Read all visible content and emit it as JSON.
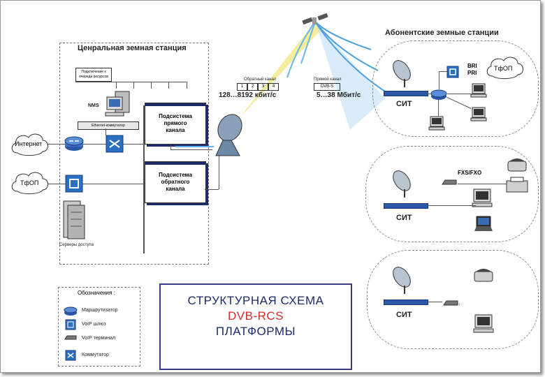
{
  "central_station": {
    "title": "Ценральная земная станция",
    "nms_label": "NMS",
    "queue_label": "Подключение к очереди ресурсов",
    "ethernet_label": "Ethernet-коммутатор",
    "servers_label": "Серверы доступа"
  },
  "forward_subsystem": "Подсистема прямого канала",
  "return_subsystem": "Подсистема обратного канала",
  "clouds": {
    "internet": "Интернет",
    "pstn_left": "ТфОП",
    "pstn_right": "ТфОП"
  },
  "rates": {
    "return": "128…8192 кбит/с",
    "forward": "5…38 Мбит/с"
  },
  "channel_labels": {
    "return_title": "Обратный канал",
    "forward_title": "Прямой канал",
    "forward_standard": "DVB-S",
    "slots": [
      "1",
      "2",
      "3",
      "4"
    ]
  },
  "subscriber_stations": {
    "title": "Абонентские земные станции",
    "sit_label": "СИТ",
    "bri_label": "BRI",
    "pri_label": "PRI",
    "fxs_label": "FXS/FXO"
  },
  "legend": {
    "title": "Обозначения :",
    "items": [
      "Маршрутизатор",
      "VoIP шлюз",
      "VoIP терминал",
      "Коммутатор"
    ]
  },
  "diagram_title": {
    "line1": "СТРУКТУРНАЯ СХЕМА",
    "line2": "DVB-RCS",
    "line3": "ПЛАТФОРМЫ"
  },
  "colors": {
    "accent_navy": "#1c2a6a",
    "title_red": "#d42a2a",
    "device_blue": "#2b57a6",
    "beam_blue": "#4aa0e0",
    "beam_yellow": "#f0e060"
  }
}
